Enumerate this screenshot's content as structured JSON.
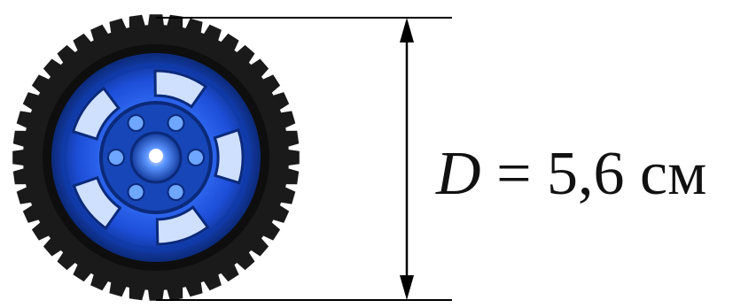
{
  "diagram": {
    "object_icon": "toy-car-wheel-icon",
    "dimension_label": {
      "variable": "D",
      "equals": " = ",
      "value": "5,6",
      "unit": " см"
    },
    "colors": {
      "tire": "#1a1a1a",
      "rim_dark": "#0b2a7a",
      "rim_mid": "#2456d4",
      "rim_light": "#6fa6ff",
      "lines": "#000000"
    }
  }
}
